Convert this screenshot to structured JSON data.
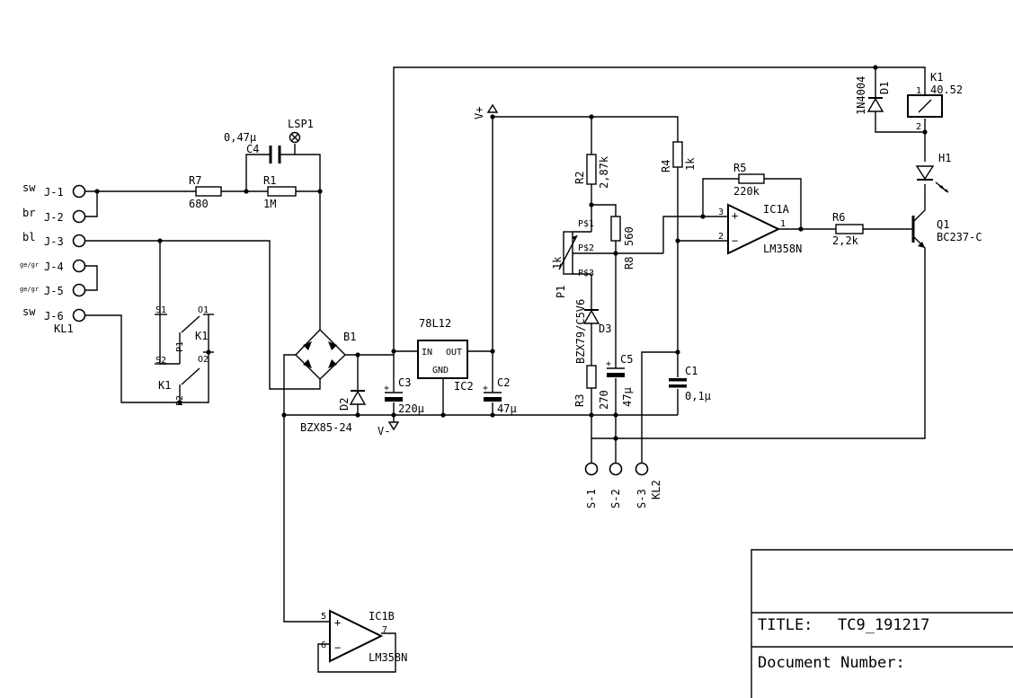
{
  "title_block": {
    "title_label": "TITLE:",
    "title_value": "TC9_191217",
    "docnum_label": "Document Number:"
  },
  "connectors": {
    "j1": "J-1",
    "j1_wire": "sw",
    "j2": "J-2",
    "j2_wire": "br",
    "j3": "J-3",
    "j3_wire": "bl",
    "j4": "J-4",
    "j4_wire": "ge/gr",
    "j5": "J-5",
    "j5_wire": "ge/gr",
    "j6": "J-6",
    "j6_wire": "sw",
    "kl1": "KL1",
    "s1": "S-1",
    "s2": "S-2",
    "s3": "S-3",
    "kl2": "KL2"
  },
  "parts": {
    "r7": "R7",
    "r7_val": "680",
    "r1": "R1",
    "r1_val": "1M",
    "c4": "C4",
    "c4_val": "0,47µ",
    "lsp1": "LSP1",
    "b1": "B1",
    "d2": "D2",
    "d2_val": "BZX85-24",
    "c3": "C3",
    "c3_val": "220µ",
    "ic2": "IC2",
    "ic2_val": "78L12",
    "ic2_in": "IN",
    "ic2_out": "OUT",
    "ic2_gnd": "GND",
    "c2": "C2",
    "c2_val": "47µ",
    "vplus": "V+",
    "vminus": "V-",
    "r2": "R2",
    "r2_val": "2,87k",
    "r8": "R8",
    "r8_val": "560",
    "p1": "P1",
    "p1_val": "1k",
    "ps1": "P$1",
    "ps2": "P$2",
    "ps3": "P$3",
    "d3": "D3",
    "d3_val": "BZX79/C5V6",
    "r3": "R3",
    "r3_val": "270",
    "c5": "C5",
    "c5_val": "47µ",
    "r4": "R4",
    "r4_val": "1k",
    "c1": "C1",
    "c1_val": "0,1µ",
    "r5": "R5",
    "r5_val": "220k",
    "ic1a": "IC1A",
    "ic1a_val": "LM358N",
    "pin3": "3",
    "pin2": "2",
    "pin1": "1",
    "r6": "R6",
    "r6_val": "2,2k",
    "q1": "Q1",
    "q1_val": "BC237-C",
    "h1": "H1",
    "d1": "D1",
    "d1_val": "1N4004",
    "k1": "K1",
    "k1_val": "40.52",
    "k1_p1": "1",
    "k1_p2": "2",
    "k1_sw": "K1",
    "k1_sw2": "K1",
    "sw_s1": "S1",
    "sw_s2": "S2",
    "sw_o1": "O1",
    "sw_o2": "O2",
    "sw_p1": "P1",
    "sw_p2": "P2",
    "ic1b": "IC1B",
    "ic1b_val": "LM358N",
    "pin5": "5",
    "pin6": "6",
    "pin7": "7"
  }
}
